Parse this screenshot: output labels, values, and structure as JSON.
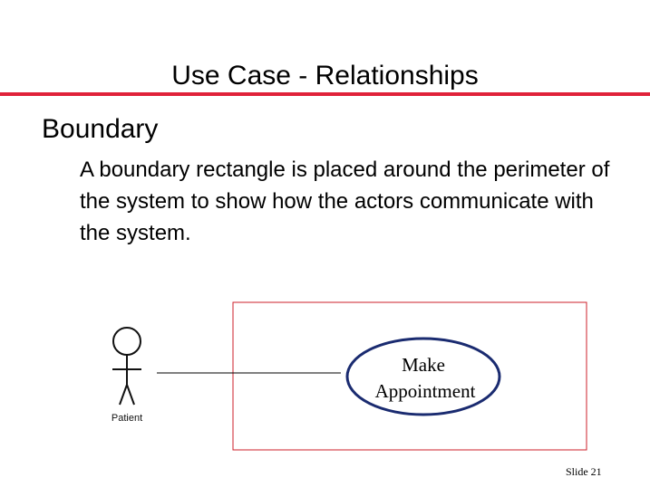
{
  "slide": {
    "title": "Use Case  - Relationships",
    "accent_color": "#e0223a",
    "heading": "Boundary",
    "body": "A boundary rectangle is placed around the perimeter of the system to show how the actors communicate with the system.",
    "slide_number": "Slide  21"
  },
  "diagram": {
    "actor_label": "Patient",
    "use_case_line1": "Make",
    "use_case_line2": "Appointment",
    "boundary_color": "#cc1f2a",
    "ellipse_color": "#1a2b70"
  }
}
